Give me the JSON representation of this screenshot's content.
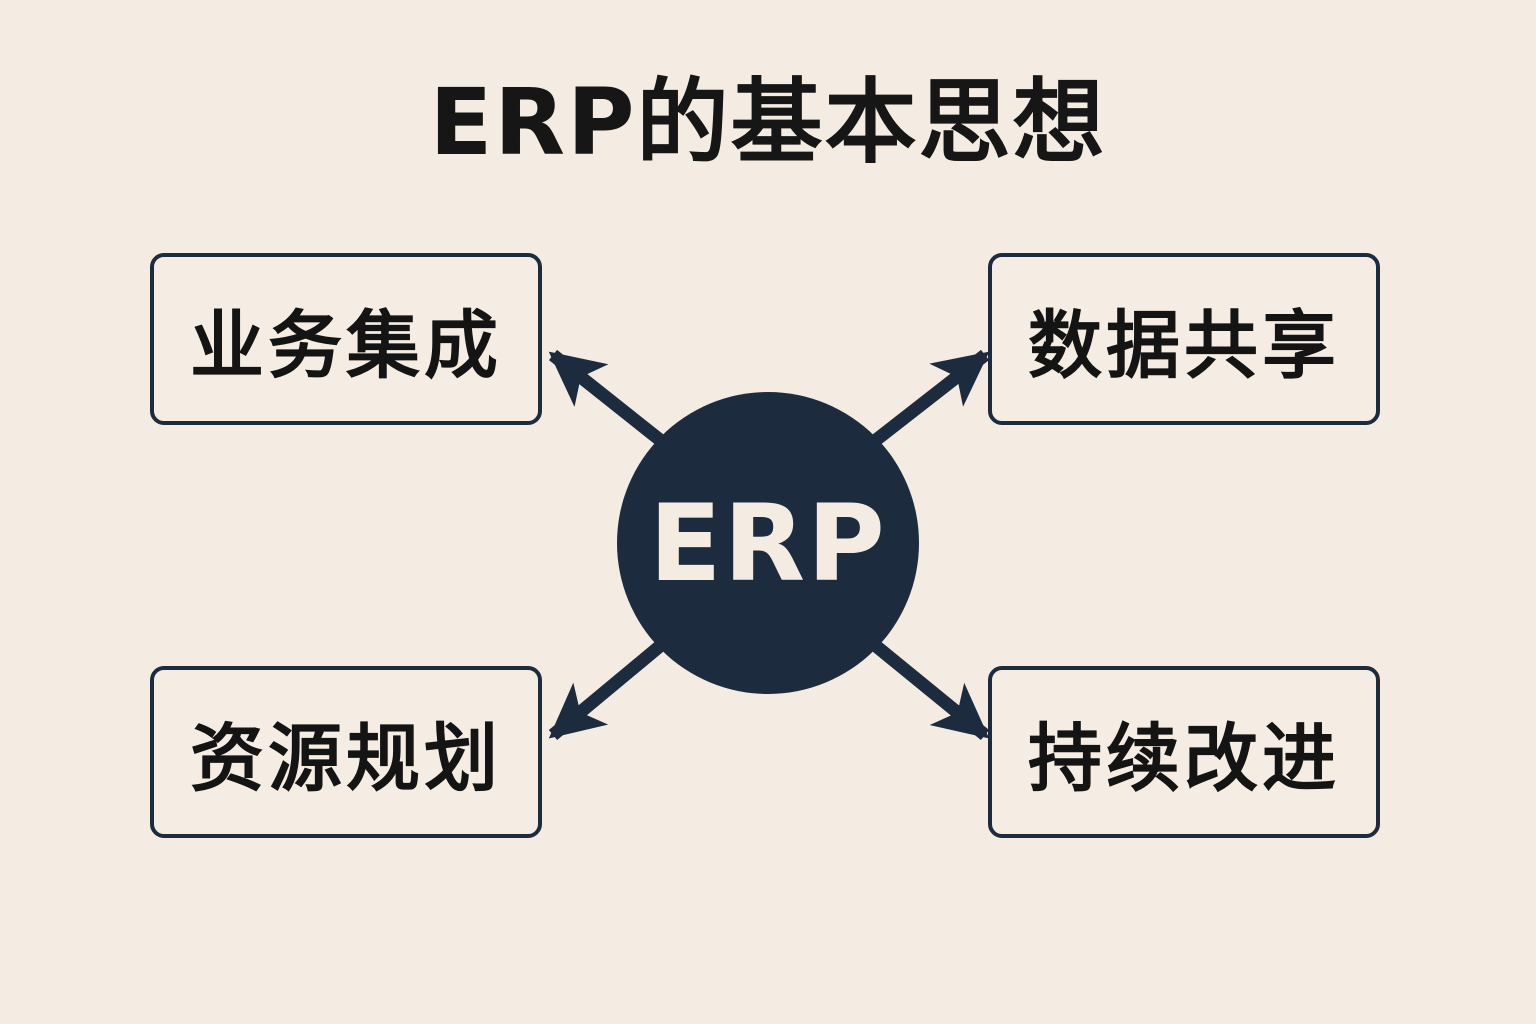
{
  "title": "ERP的基本思想",
  "center": {
    "label": "ERP"
  },
  "nodes": [
    {
      "position": "top-left",
      "label": "业务集成"
    },
    {
      "position": "top-right",
      "label": "数据共享"
    },
    {
      "position": "bottom-left",
      "label": "资源规划"
    },
    {
      "position": "bottom-right",
      "label": "持续改进"
    }
  ],
  "colors": {
    "background": "#f4ece2",
    "primary": "#1c2c3e",
    "text": "#141414"
  }
}
